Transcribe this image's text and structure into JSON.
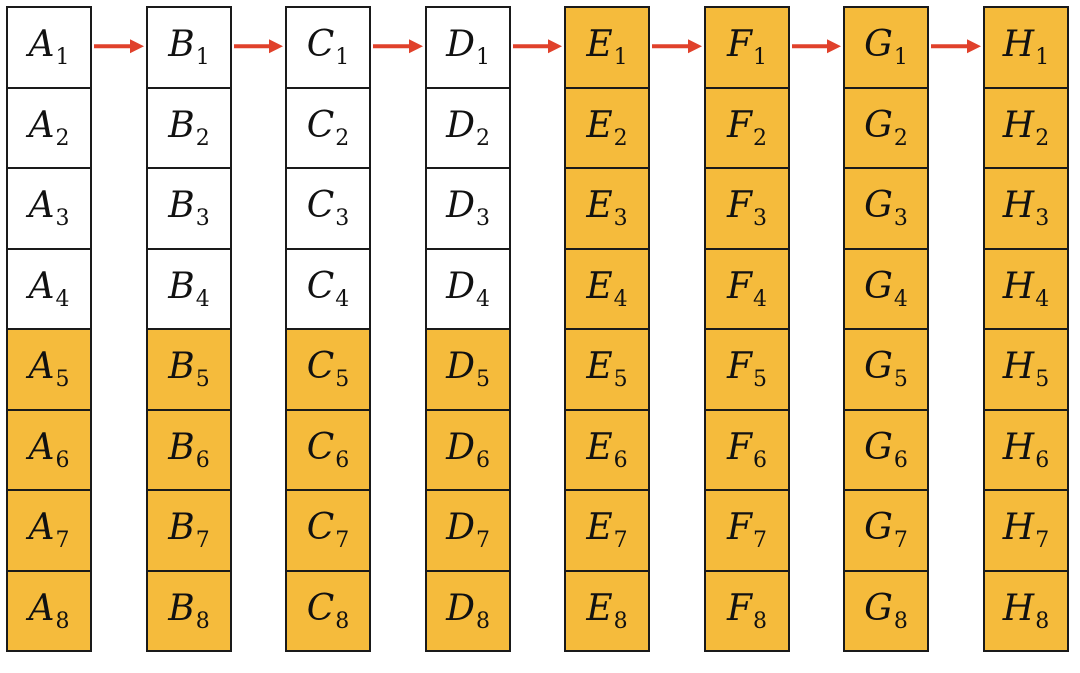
{
  "colors": {
    "highlight": "#f5bb3c",
    "plain": "#ffffff",
    "border": "#1a1a1a",
    "arrow": "#e0412b"
  },
  "columns": [
    {
      "letter": "A",
      "cells": [
        {
          "sub": "1",
          "highlighted": false
        },
        {
          "sub": "2",
          "highlighted": false
        },
        {
          "sub": "3",
          "highlighted": false
        },
        {
          "sub": "4",
          "highlighted": false
        },
        {
          "sub": "5",
          "highlighted": true
        },
        {
          "sub": "6",
          "highlighted": true
        },
        {
          "sub": "7",
          "highlighted": true
        },
        {
          "sub": "8",
          "highlighted": true
        }
      ]
    },
    {
      "letter": "B",
      "cells": [
        {
          "sub": "1",
          "highlighted": false
        },
        {
          "sub": "2",
          "highlighted": false
        },
        {
          "sub": "3",
          "highlighted": false
        },
        {
          "sub": "4",
          "highlighted": false
        },
        {
          "sub": "5",
          "highlighted": true
        },
        {
          "sub": "6",
          "highlighted": true
        },
        {
          "sub": "7",
          "highlighted": true
        },
        {
          "sub": "8",
          "highlighted": true
        }
      ]
    },
    {
      "letter": "C",
      "cells": [
        {
          "sub": "1",
          "highlighted": false
        },
        {
          "sub": "2",
          "highlighted": false
        },
        {
          "sub": "3",
          "highlighted": false
        },
        {
          "sub": "4",
          "highlighted": false
        },
        {
          "sub": "5",
          "highlighted": true
        },
        {
          "sub": "6",
          "highlighted": true
        },
        {
          "sub": "7",
          "highlighted": true
        },
        {
          "sub": "8",
          "highlighted": true
        }
      ]
    },
    {
      "letter": "D",
      "cells": [
        {
          "sub": "1",
          "highlighted": false
        },
        {
          "sub": "2",
          "highlighted": false
        },
        {
          "sub": "3",
          "highlighted": false
        },
        {
          "sub": "4",
          "highlighted": false
        },
        {
          "sub": "5",
          "highlighted": true
        },
        {
          "sub": "6",
          "highlighted": true
        },
        {
          "sub": "7",
          "highlighted": true
        },
        {
          "sub": "8",
          "highlighted": true
        }
      ]
    },
    {
      "letter": "E",
      "cells": [
        {
          "sub": "1",
          "highlighted": true
        },
        {
          "sub": "2",
          "highlighted": true
        },
        {
          "sub": "3",
          "highlighted": true
        },
        {
          "sub": "4",
          "highlighted": true
        },
        {
          "sub": "5",
          "highlighted": true
        },
        {
          "sub": "6",
          "highlighted": true
        },
        {
          "sub": "7",
          "highlighted": true
        },
        {
          "sub": "8",
          "highlighted": true
        }
      ]
    },
    {
      "letter": "F",
      "cells": [
        {
          "sub": "1",
          "highlighted": true
        },
        {
          "sub": "2",
          "highlighted": true
        },
        {
          "sub": "3",
          "highlighted": true
        },
        {
          "sub": "4",
          "highlighted": true
        },
        {
          "sub": "5",
          "highlighted": true
        },
        {
          "sub": "6",
          "highlighted": true
        },
        {
          "sub": "7",
          "highlighted": true
        },
        {
          "sub": "8",
          "highlighted": true
        }
      ]
    },
    {
      "letter": "G",
      "cells": [
        {
          "sub": "1",
          "highlighted": true
        },
        {
          "sub": "2",
          "highlighted": true
        },
        {
          "sub": "3",
          "highlighted": true
        },
        {
          "sub": "4",
          "highlighted": true
        },
        {
          "sub": "5",
          "highlighted": true
        },
        {
          "sub": "6",
          "highlighted": true
        },
        {
          "sub": "7",
          "highlighted": true
        },
        {
          "sub": "8",
          "highlighted": true
        }
      ]
    },
    {
      "letter": "H",
      "cells": [
        {
          "sub": "1",
          "highlighted": true
        },
        {
          "sub": "2",
          "highlighted": true
        },
        {
          "sub": "3",
          "highlighted": true
        },
        {
          "sub": "4",
          "highlighted": true
        },
        {
          "sub": "5",
          "highlighted": true
        },
        {
          "sub": "6",
          "highlighted": true
        },
        {
          "sub": "7",
          "highlighted": true
        },
        {
          "sub": "8",
          "highlighted": true
        }
      ]
    }
  ],
  "arrows": [
    {
      "from": "A",
      "to": "B"
    },
    {
      "from": "B",
      "to": "C"
    },
    {
      "from": "C",
      "to": "D"
    },
    {
      "from": "D",
      "to": "E"
    },
    {
      "from": "E",
      "to": "F"
    },
    {
      "from": "F",
      "to": "G"
    },
    {
      "from": "G",
      "to": "H"
    }
  ]
}
